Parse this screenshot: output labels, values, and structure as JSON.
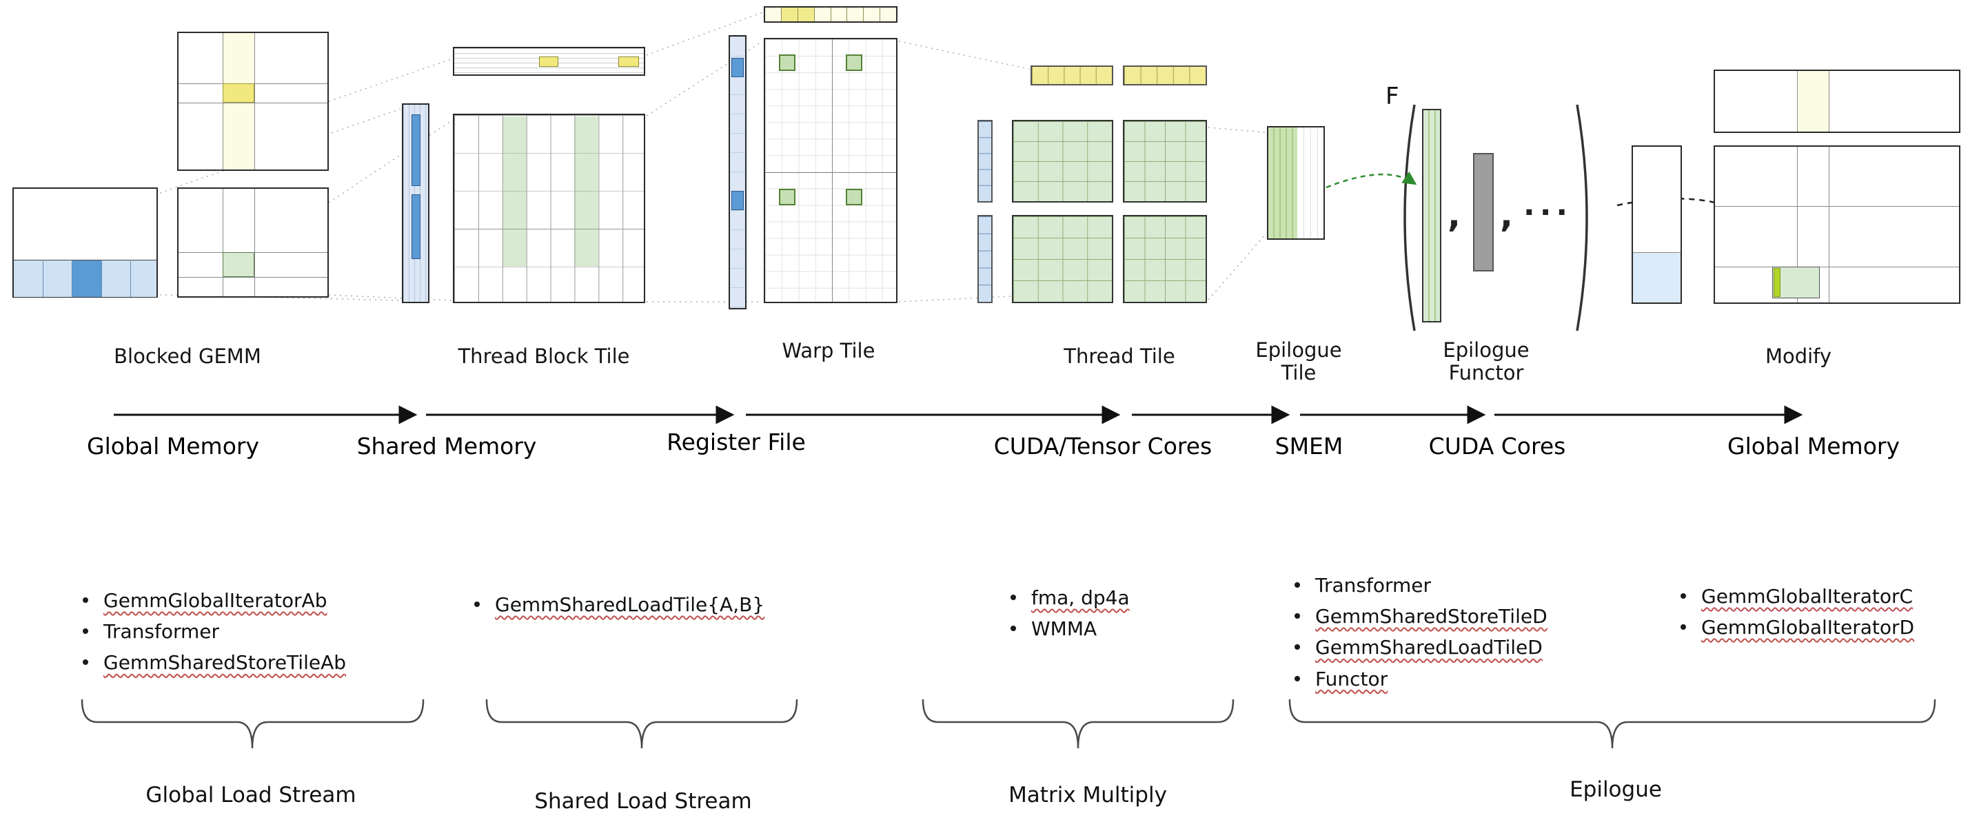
{
  "tiles": {
    "blocked_gemm": {
      "label": "Blocked GEMM"
    },
    "thread_block_tile": {
      "label": "Thread Block Tile"
    },
    "warp_tile": {
      "label": "Warp Tile"
    },
    "thread_tile": {
      "label": "Thread Tile"
    },
    "epilogue_tile": {
      "label": "Epilogue Tile"
    },
    "epilogue_functor": {
      "label": "Epilogue Functor",
      "f": "F",
      "comma1": ",",
      "comma2": ",",
      "ellipsis": "···"
    },
    "modify": {
      "label": "Modify"
    }
  },
  "pipeline": {
    "stages": [
      {
        "label": "Global Memory"
      },
      {
        "label": "Shared Memory"
      },
      {
        "label": "Register File"
      },
      {
        "label": "CUDA/Tensor Cores"
      },
      {
        "label": "SMEM"
      },
      {
        "label": "CUDA Cores"
      },
      {
        "label": "Global Memory"
      }
    ]
  },
  "lists": {
    "global_load": {
      "items": [
        {
          "label": "GemmGlobalIteratorAb"
        },
        {
          "label": "Transformer"
        },
        {
          "label": "GemmSharedStoreTileAb"
        }
      ]
    },
    "shared_load": {
      "items": [
        {
          "label": "GemmSharedLoadTile{A,B}"
        }
      ]
    },
    "matrix_multiply": {
      "items": [
        {
          "label": "fma, dp4a"
        },
        {
          "label": "WMMA"
        }
      ]
    },
    "epilogue_ops": {
      "items": [
        {
          "label": "Transformer"
        },
        {
          "label": "GemmSharedStoreTileD"
        },
        {
          "label": "GemmSharedLoadTileD"
        },
        {
          "label": "Functor"
        }
      ]
    },
    "global_store": {
      "items": [
        {
          "label": "GemmGlobalIteratorC"
        },
        {
          "label": "GemmGlobalIteratorD"
        }
      ]
    }
  },
  "groups": [
    {
      "label": "Global Load Stream"
    },
    {
      "label": "Shared Load Stream"
    },
    {
      "label": "Matrix Multiply"
    },
    {
      "label": "Epilogue"
    }
  ],
  "colors": {
    "light_blue": "#cfe2f3",
    "medium_blue": "#5b9bd5",
    "strip_blue": "#dde7f5",
    "pale_yellow": "#fcfce4",
    "yellow": "#f1e97e",
    "light_green": "#d9ead3",
    "green_square": "#c6e0b4",
    "bright_green": "#b5d42a",
    "gray_vector": "#9e9e9e",
    "arrow_green": "#2e8b2e",
    "underline_red": "#c0504d"
  }
}
